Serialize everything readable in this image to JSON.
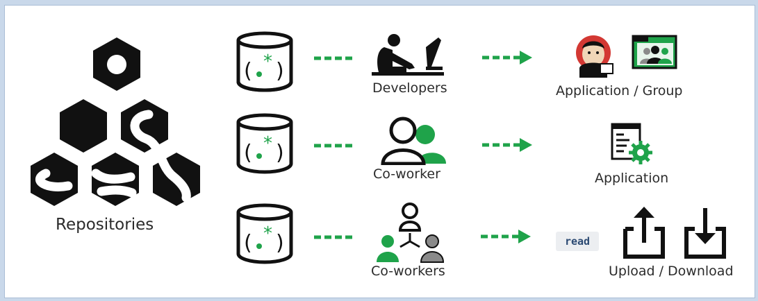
{
  "repositories": {
    "label": "Repositories"
  },
  "rows": [
    {
      "role": "Developers",
      "target": "Application / Group",
      "role_icon": "developer-at-computer-icon",
      "target_icons": [
        "jenkins-icon",
        "group-folder-icon"
      ]
    },
    {
      "role": "Co-worker",
      "target": "Application",
      "role_icon": "co-worker-icon",
      "target_icons": [
        "application-gear-icon"
      ]
    },
    {
      "role": "Co-workers",
      "target": "Upload / Download",
      "badge": "read",
      "role_icon": "co-workers-org-icon",
      "target_icons": [
        "upload-icon",
        "download-icon"
      ]
    }
  ],
  "regex_symbol": {
    "open": "(",
    "dot": ".",
    "star": "*",
    "close": ")"
  },
  "colors": {
    "accent": "#1fa34a",
    "ink": "#111111",
    "background": "#c9d8ea",
    "gray": "#8a8a8a"
  }
}
